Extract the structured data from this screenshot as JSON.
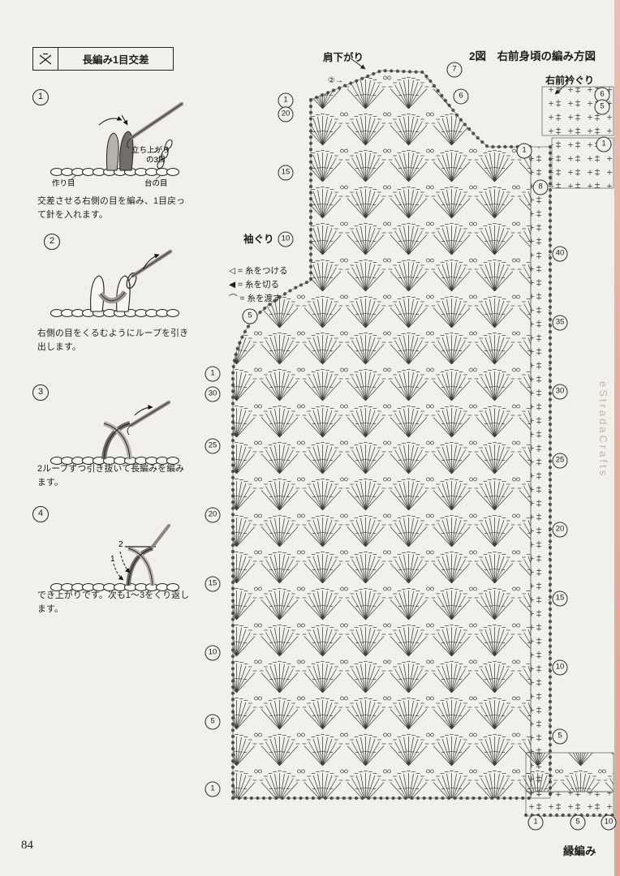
{
  "page": {
    "number": "84",
    "watermark": "eStradaCrafts"
  },
  "tutorial": {
    "legend_title": "長編み1目交差",
    "steps": [
      {
        "num": "1",
        "caption": "交差させる右側の目を編み、1目戻って針を入れます。",
        "label_rise1": "立ち上がり",
        "label_rise2": "の3目",
        "label_cast": "作り目",
        "label_base": "台の目"
      },
      {
        "num": "2",
        "caption": "右側の目をくるむようにループを引き出します。"
      },
      {
        "num": "3",
        "caption": "2ループずつ引き抜いて長編みを編みます。"
      },
      {
        "num": "4",
        "caption": "でき上がりです。次も1〜3をくり返します。",
        "label_two": "2",
        "label_one": "1"
      }
    ]
  },
  "chart": {
    "title": "2図　右前身頃の編み方図",
    "label_shoulder": "肩下がり",
    "label_neckline": "右前衿ぐり",
    "label_armhole": "袖ぐり",
    "label_edge": "縁編み",
    "label_step2arrow": "②→",
    "legend": [
      "◁ = 糸をつける",
      "◀ = 糸を切る",
      "⌒ = 糸を渡す"
    ],
    "left_markers": [
      "1",
      "20",
      "15",
      "10",
      "5",
      "1",
      "30",
      "25",
      "20",
      "15",
      "10",
      "5",
      "1"
    ],
    "right_markers": [
      "1",
      "40",
      "35",
      "30",
      "25",
      "20",
      "15",
      "10",
      "5"
    ],
    "neck_markers": [
      "7",
      "6"
    ],
    "collar_markers": [
      "6",
      "5",
      "1",
      "8"
    ],
    "bottom_markers": [
      "1",
      "5",
      "10"
    ]
  }
}
